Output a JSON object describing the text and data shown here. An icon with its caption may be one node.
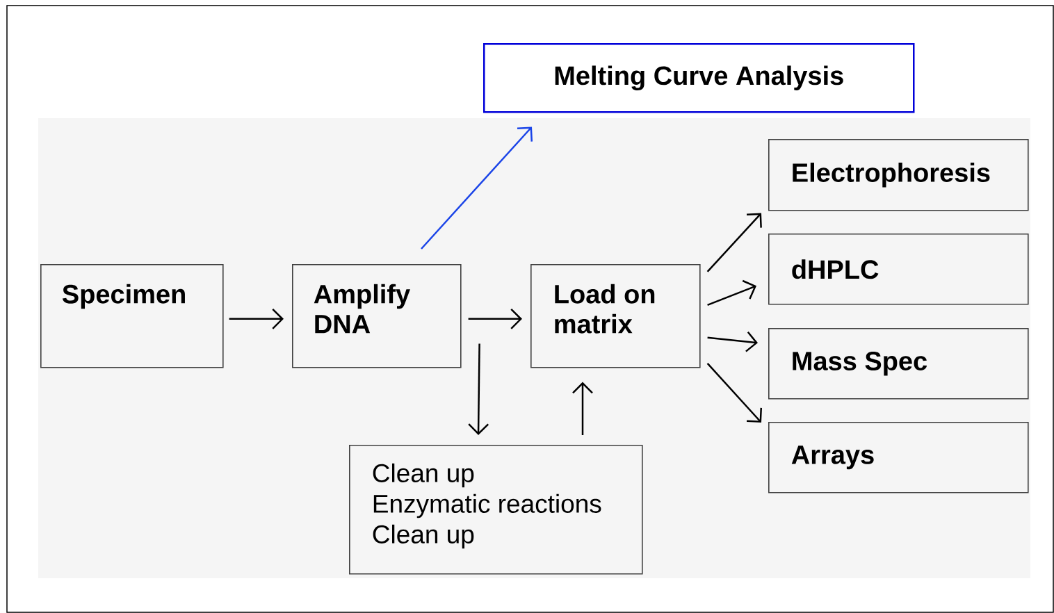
{
  "diagram": {
    "nodes": [
      {
        "text": [
          "Melting Curve Analysis"
        ]
      },
      {
        "text": [
          "Specimen"
        ]
      },
      {
        "text": [
          "Amplify DNA"
        ]
      },
      {
        "text": [
          "Load on matrix"
        ]
      },
      {
        "text": [
          "Electrophoresis"
        ]
      },
      {
        "text": [
          "dHPLC"
        ]
      },
      {
        "text": [
          "Mass Spec"
        ]
      },
      {
        "text": [
          "Arrays"
        ]
      },
      {
        "text": [
          "Clean up",
          "Enzymatic reactions",
          "Clean up"
        ]
      }
    ],
    "edges": [
      {
        "from": 1,
        "to": 2,
        "arrow": "to"
      },
      {
        "from": 2,
        "to": 3,
        "arrow": "to"
      },
      {
        "from": 2,
        "to": 0,
        "arrow": "to",
        "color": "#1a44e8"
      },
      {
        "from": 2,
        "to": 8,
        "arrow": "to"
      },
      {
        "from": 8,
        "to": 3,
        "arrow": "to"
      },
      {
        "from": 3,
        "to": 4,
        "arrow": "to"
      },
      {
        "from": 3,
        "to": 5,
        "arrow": "to"
      },
      {
        "from": 3,
        "to": 6,
        "arrow": "to"
      },
      {
        "from": 3,
        "to": 7,
        "arrow": "to"
      }
    ]
  }
}
